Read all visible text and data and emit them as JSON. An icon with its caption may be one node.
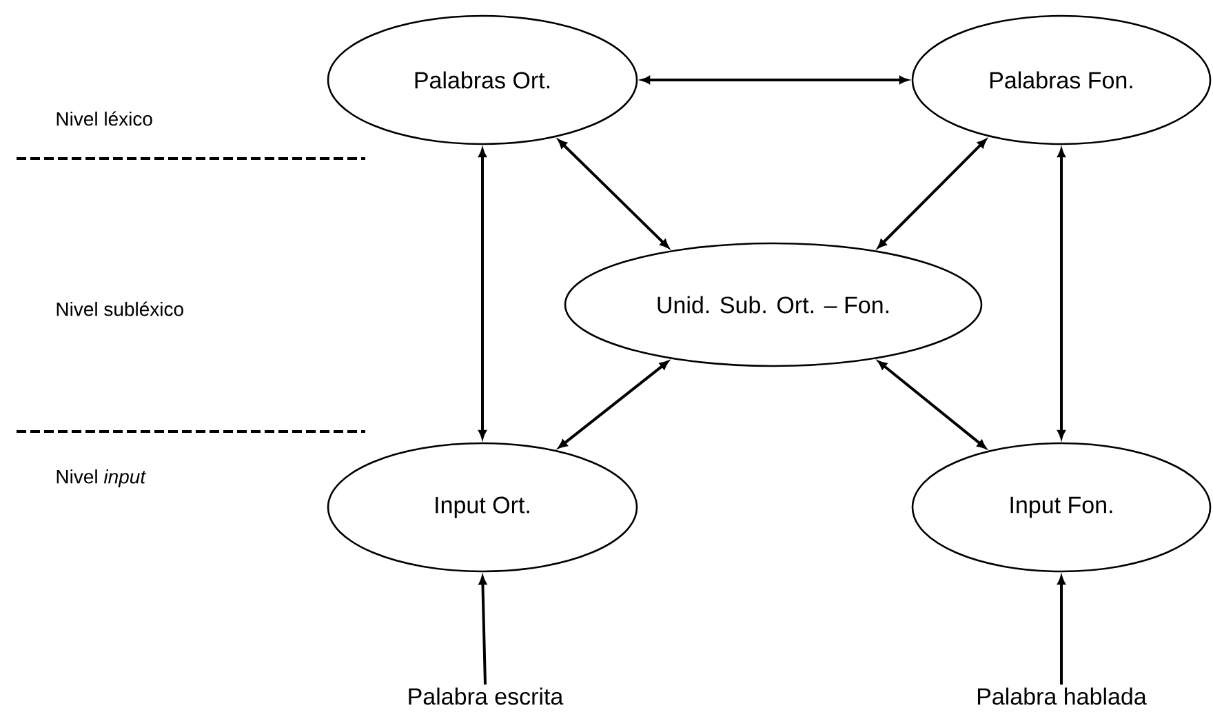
{
  "diagram": {
    "nodes": [
      {
        "text": [
          "Palabras Ort."
        ]
      },
      {
        "text": [
          "Palabras Fon."
        ]
      },
      {
        "text": [
          "Unid. Sub. Ort. – Fon."
        ]
      },
      {
        "text": [
          "Input Ort."
        ]
      },
      {
        "text": [
          "Input Fon."
        ]
      },
      {
        "text": [
          "Palabra escrita"
        ]
      },
      {
        "text": [
          "Palabra hablada"
        ]
      }
    ],
    "edges": [
      {
        "from": 0,
        "to": 1,
        "arrow": "both"
      },
      {
        "from": 0,
        "to": 3,
        "arrow": "both"
      },
      {
        "from": 1,
        "to": 4,
        "arrow": "both"
      },
      {
        "from": 0,
        "to": 2,
        "arrow": "both"
      },
      {
        "from": 1,
        "to": 2,
        "arrow": "both"
      },
      {
        "from": 3,
        "to": 2,
        "arrow": "both"
      },
      {
        "from": 4,
        "to": 2,
        "arrow": "both"
      },
      {
        "from": 5,
        "to": 3,
        "arrow": "to"
      },
      {
        "from": 6,
        "to": 4,
        "arrow": "to"
      }
    ],
    "labels": [
      "Nivel léxico",
      "Nivel subléxico",
      "Nivel *input*"
    ]
  }
}
